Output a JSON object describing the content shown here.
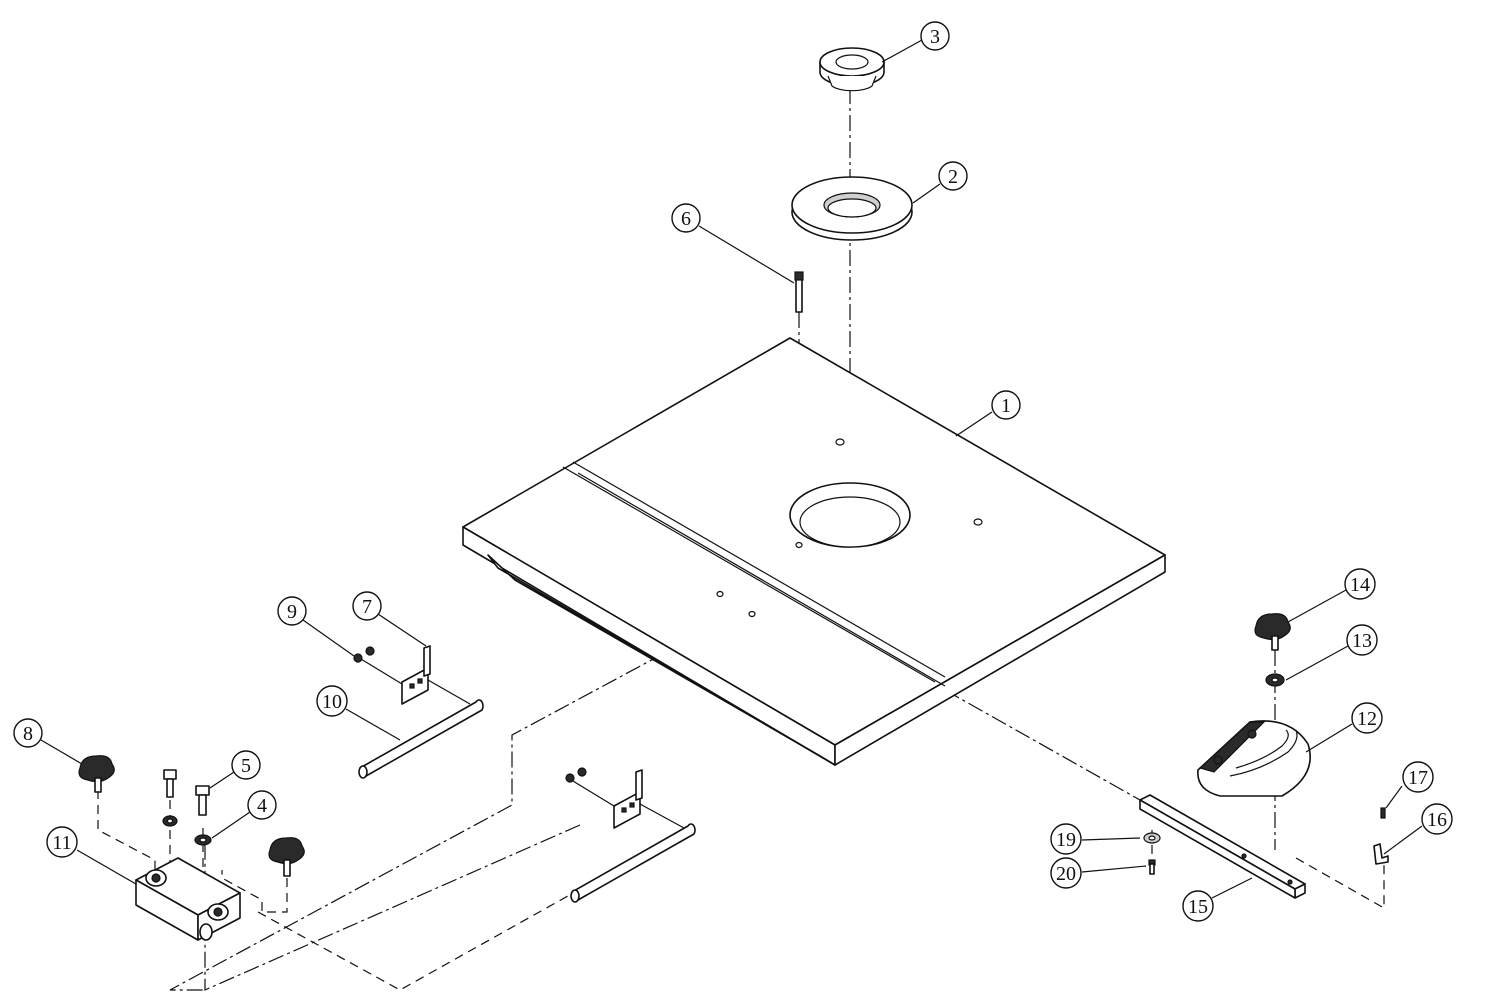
{
  "callouts": {
    "c1": "1",
    "c2": "2",
    "c3": "3",
    "c4": "4",
    "c5": "5",
    "c6": "6",
    "c7": "7",
    "c8": "8",
    "c9": "9",
    "c10": "10",
    "c11": "11",
    "c12": "12",
    "c13": "13",
    "c14": "14",
    "c15": "15",
    "c16": "16",
    "c17": "17",
    "c19": "19",
    "c20": "20"
  }
}
